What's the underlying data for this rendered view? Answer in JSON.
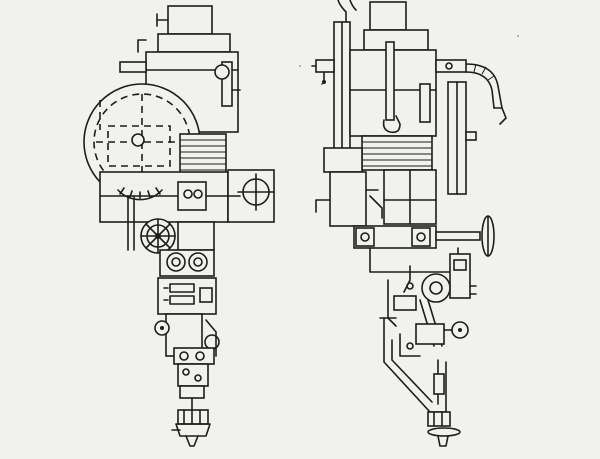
{
  "figure": {
    "kind": "technical line drawing",
    "views": [
      "front-view",
      "side-view"
    ],
    "colors": {
      "background": "#f1f1ee",
      "ink": "#1d1d1d"
    }
  }
}
